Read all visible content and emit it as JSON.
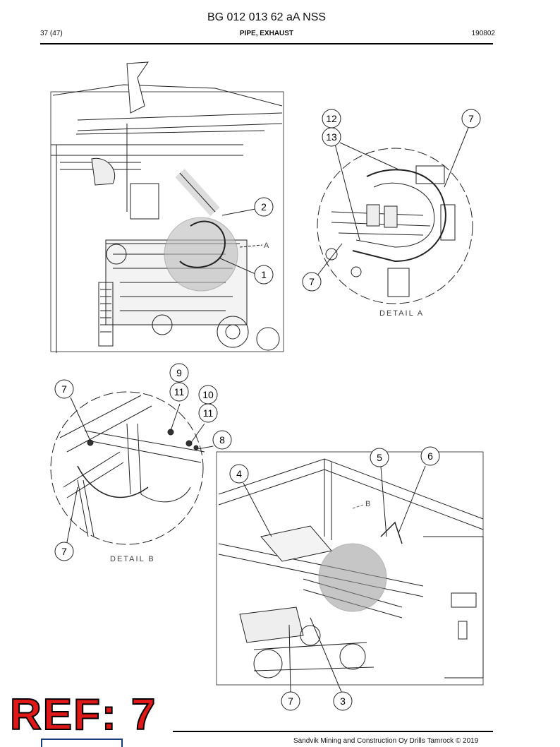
{
  "header": {
    "document_id": "BG 012 013 62 aA NSS",
    "page": "37 (47)",
    "title": "PIPE, EXHAUST",
    "date_code": "190802"
  },
  "details": {
    "a_label": "DETAIL A",
    "b_label": "DETAIL B",
    "a_marker": "A",
    "b_marker": "B"
  },
  "callouts": {
    "main_top": [
      "2",
      "1"
    ],
    "detail_a": [
      "12",
      "13",
      "7",
      "7"
    ],
    "detail_b": [
      "7",
      "9",
      "11",
      "10",
      "11",
      "8",
      "7"
    ],
    "main_bottom": [
      "4",
      "5",
      "6",
      "7",
      "3"
    ]
  },
  "stamp": "REF: 7",
  "footer": "Sandvik Mining and Construction Oy Drills Tamrock © 2019"
}
